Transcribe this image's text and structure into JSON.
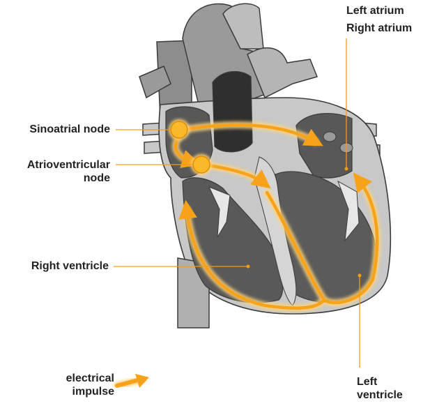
{
  "labels": {
    "left_atrium": "Left atrium",
    "right_atrium": "Right atrium",
    "sinoatrial_node": "Sinoatrial node",
    "atrioventricular_line1": "Atrioventricular",
    "atrioventricular_line2": "node",
    "right_ventricle": "Right ventricle",
    "left_ventricle_line1": "Left",
    "left_ventricle_line2": "ventricle"
  },
  "legend": {
    "line1": "electrical",
    "line2": "impulse",
    "arrow_icon": "orange-arrow-icon"
  },
  "colors": {
    "impulse": "#f7a21b",
    "impulse_glow": "#fbd27a",
    "node": "#f9b928",
    "leader_line": "#f39c12",
    "tissue_light": "#c8c8c8",
    "tissue_mid": "#8d8d8d",
    "chamber_dark": "#585858",
    "outline": "#3a3a3a"
  }
}
